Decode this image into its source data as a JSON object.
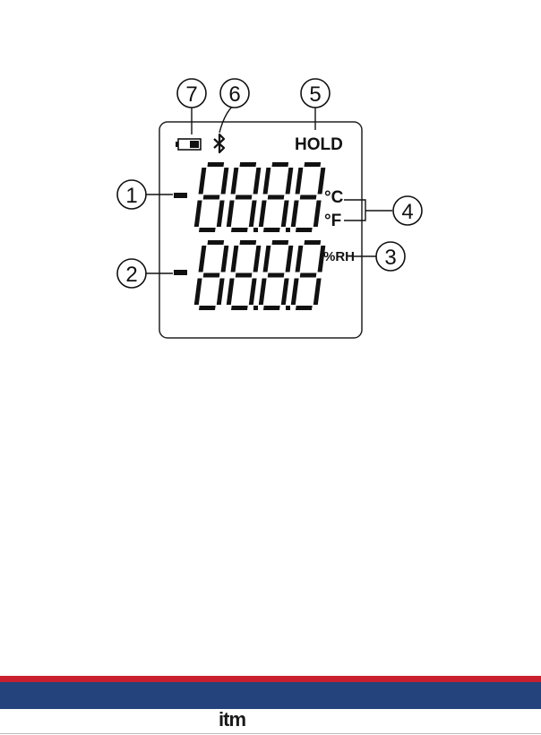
{
  "display": {
    "hold_label": "HOLD",
    "celsius_label": "°C",
    "fahrenheit_label": "°F",
    "humidity_label": "%RH",
    "digit_glyph": "8"
  },
  "callouts": [
    "1",
    "2",
    "3",
    "4",
    "5",
    "6",
    "7"
  ],
  "brand": {
    "text": "itm"
  },
  "colors": {
    "footer_red": "#c8202f",
    "footer_blue": "#24427c",
    "ink": "#111111"
  }
}
